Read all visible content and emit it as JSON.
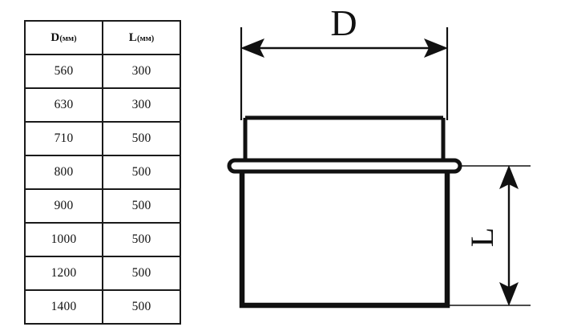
{
  "table": {
    "columns": [
      {
        "symbol": "D",
        "unit": "(мм)"
      },
      {
        "symbol": "L",
        "unit": "(мм)"
      }
    ],
    "rows": [
      {
        "d": "560",
        "l": "300"
      },
      {
        "d": "630",
        "l": "300"
      },
      {
        "d": "710",
        "l": "500"
      },
      {
        "d": "800",
        "l": "500"
      },
      {
        "d": "900",
        "l": "500"
      },
      {
        "d": "1000",
        "l": "500"
      },
      {
        "d": "1200",
        "l": "500"
      },
      {
        "d": "1400",
        "l": "500"
      }
    ]
  },
  "drawing": {
    "diameter_label": "D",
    "length_label": "L",
    "line_color": "#111111",
    "background_color": "#ffffff"
  },
  "chart_data": {
    "type": "table",
    "title": "",
    "categories": [
      "D (мм)",
      "L (мм)"
    ],
    "series": [
      {
        "name": "D (мм)",
        "values": [
          560,
          630,
          710,
          800,
          900,
          1000,
          1200,
          1400
        ]
      },
      {
        "name": "L (мм)",
        "values": [
          300,
          300,
          500,
          500,
          500,
          500,
          500,
          500
        ]
      }
    ],
    "xlabel": "D (мм)",
    "ylabel": "L (мм)",
    "grid": true,
    "legend": "none",
    "annotations": [
      "D",
      "L"
    ]
  }
}
